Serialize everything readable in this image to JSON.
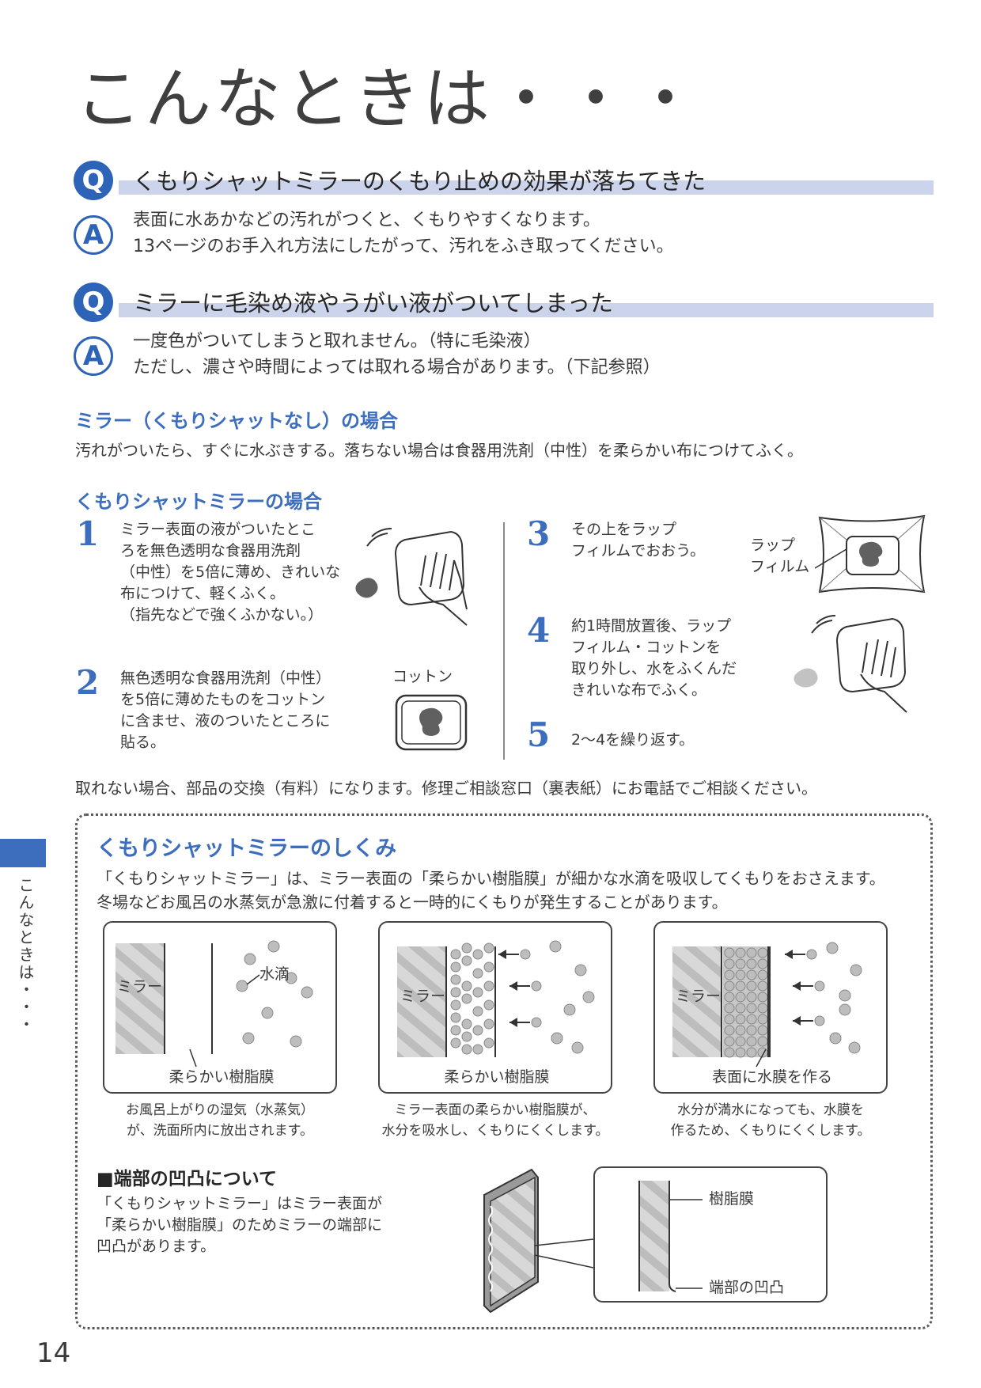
{
  "title": "こんなときは・・・",
  "q1": {
    "q_mark": "Q",
    "a_mark": "A",
    "question": "くもりシャットミラーのくもり止めの効果が落ちてきた",
    "answer_line1": "表面に水あかなどの汚れがつくと、くもりやすくなります。",
    "answer_line2": "13ページのお手入れ方法にしたがって、汚れをふき取ってください。"
  },
  "q2": {
    "q_mark": "Q",
    "a_mark": "A",
    "question": "ミラーに毛染め液やうがい液がついてしまった",
    "answer_line1": "一度色がついてしまうと取れません。（特に毛染液）",
    "answer_line2": "ただし、濃さや時間によっては取れる場合があります。（下記参照）"
  },
  "plain_mirror": {
    "heading": "ミラー（くもりシャットなし）の場合",
    "text": "汚れがついたら、すぐに水ぶきする。落ちない場合は食器用洗剤（中性）を柔らかい布につけてふく。"
  },
  "shut_mirror": {
    "heading": "くもりシャットミラーの場合",
    "steps": [
      {
        "num": "1",
        "lines": [
          "ミラー表面の液がついたとこ",
          "ろを無色透明な食器用洗剤",
          "（中性）を5倍に薄め、きれいな",
          "布につけて、軽くふく。",
          "（指先などで強くふかない。）"
        ]
      },
      {
        "num": "2",
        "lines": [
          "無色透明な食器用洗剤（中性）",
          "を5倍に薄めたものをコットン",
          "に含ませ、液のついたところに",
          "貼る。"
        ]
      },
      {
        "num": "3",
        "lines": [
          "その上をラップ",
          "フィルムでおおう。"
        ]
      },
      {
        "num": "4",
        "lines": [
          "約1時間放置後、ラップ",
          "フィルム・コットンを",
          "取り外し、水をふくんだ",
          "きれいな布でふく。"
        ]
      },
      {
        "num": "5",
        "lines": [
          "2〜4を繰り返す。"
        ]
      }
    ],
    "label_cotton": "コットン",
    "label_wrap1": "ラップ",
    "label_wrap2": "フィルム",
    "note": "取れない場合、部品の交換（有料）になります。修理ご相談窓口（裏表紙）にお電話でご相談ください。"
  },
  "mechanism": {
    "heading": "くもりシャットミラーのしくみ",
    "line1": "「くもりシャットミラー」は、ミラー表面の「柔らかい樹脂膜」が細かな水滴を吸収してくもりをおさえます。",
    "line2": "冬場などお風呂の水蒸気が急激に付着すると一時的にくもりが発生することがあります。",
    "panels": [
      {
        "mirror": "ミラー",
        "droplet": "水滴",
        "bottom": "柔らかい樹脂膜",
        "cap1": "お風呂上がりの湿気（水蒸気）",
        "cap2": "が、洗面所内に放出されます。"
      },
      {
        "mirror": "ミラー",
        "bottom": "柔らかい樹脂膜",
        "cap1": "ミラー表面の柔らかい樹脂膜が、",
        "cap2": "水分を吸水し、くもりにくくします。"
      },
      {
        "mirror": "ミラー",
        "bottom": "表面に水膜を作る",
        "cap1": "水分が満水になっても、水膜を",
        "cap2": "作るため、くもりにくくします。"
      }
    ]
  },
  "edge": {
    "heading": "■端部の凹凸について",
    "line1": "「くもりシャットミラー」はミラー表面が",
    "line2": "「柔らかい樹脂膜」のためミラーの端部に",
    "line3": "凹凸があります。",
    "label_film": "樹脂膜",
    "label_edge": "端部の凹凸"
  },
  "side_label": "こんなときは・・・",
  "page_number": "14",
  "colors": {
    "accent": "#3d6ebd",
    "band": "#ccd4ec"
  }
}
